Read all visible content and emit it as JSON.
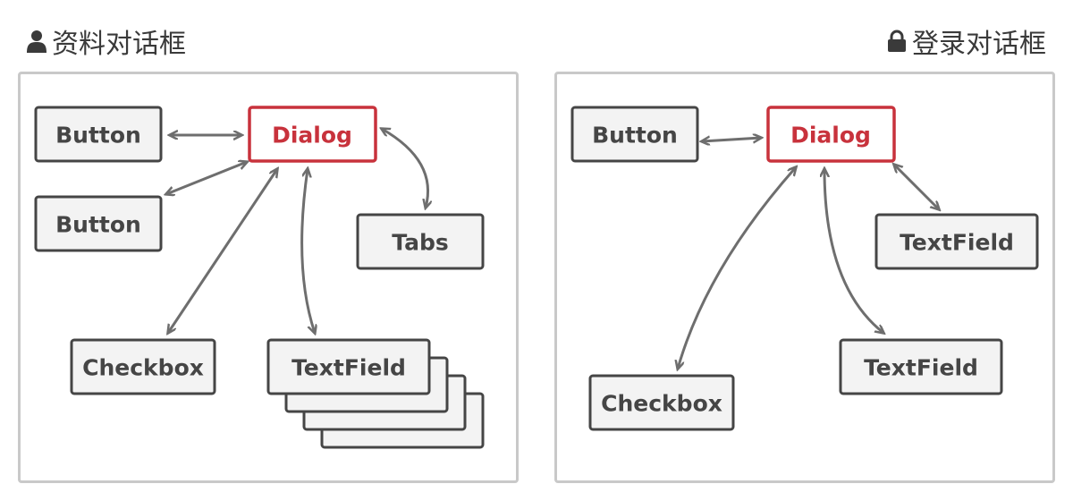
{
  "panels": {
    "left": {
      "title": "资料对话框",
      "icon": "user-icon"
    },
    "right": {
      "title": "登录对话框",
      "icon": "lock-icon"
    }
  },
  "nodes": {
    "left_button_1": "Button",
    "left_button_2": "Button",
    "left_dialog": "Dialog",
    "left_tabs": "Tabs",
    "left_checkbox": "Checkbox",
    "left_textfield": "TextField",
    "right_button": "Button",
    "right_dialog": "Dialog",
    "right_textfield_1": "TextField",
    "right_textfield_2": "TextField",
    "right_checkbox": "Checkbox"
  },
  "colors": {
    "dialog_accent": "#c8323c",
    "node_stroke": "#454545",
    "node_fill": "#f3f3f3",
    "arrow": "#6e6e6e",
    "panel_border": "#c9c9c9"
  }
}
